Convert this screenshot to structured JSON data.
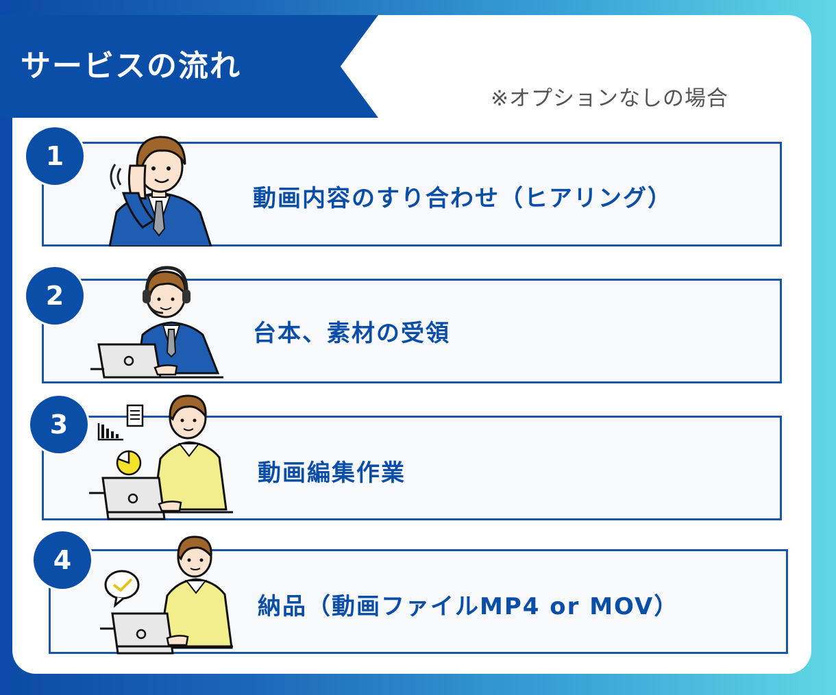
{
  "header": {
    "title": "サービスの流れ",
    "note": "※オプションなしの場合"
  },
  "steps": [
    {
      "number": "1",
      "label": "動画内容のすり合わせ（ヒアリング）"
    },
    {
      "number": "2",
      "label": "台本、素材の受領"
    },
    {
      "number": "3",
      "label": "動画編集作業"
    },
    {
      "number": "4",
      "label": "納品（動画ファイルMP4 or MOV）"
    }
  ],
  "colors": {
    "brand_blue": "#0a4ea8",
    "card_border": "#1a56a8",
    "suit_blue": "#1f5db3",
    "sweater_yellow": "#f3ee8c",
    "icon_yellow": "#f2e22a"
  },
  "icons": [
    "phone-icon",
    "headset-icon",
    "document-icon",
    "bar-chart-icon",
    "pie-chart-icon",
    "laptop-icon",
    "check-speech-bubble-icon"
  ]
}
